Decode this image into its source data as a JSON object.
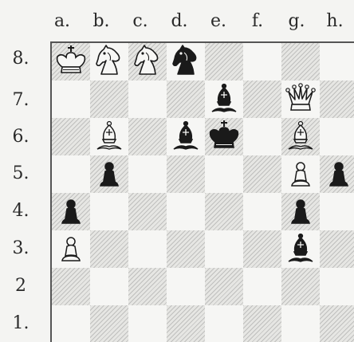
{
  "files": [
    "a.",
    "b.",
    "c.",
    "d.",
    "e.",
    "f.",
    "g.",
    "h."
  ],
  "ranks": [
    "8.",
    "7.",
    "6.",
    "5.",
    "4.",
    "3.",
    "2",
    "1."
  ],
  "pieces": [
    {
      "square": "a8",
      "type": "king",
      "color": "white"
    },
    {
      "square": "b8",
      "type": "knight",
      "color": "white"
    },
    {
      "square": "c8",
      "type": "knight",
      "color": "white"
    },
    {
      "square": "d8",
      "type": "knight",
      "color": "black"
    },
    {
      "square": "e7",
      "type": "bishop",
      "color": "black"
    },
    {
      "square": "g7",
      "type": "queen",
      "color": "white"
    },
    {
      "square": "b6",
      "type": "bishop",
      "color": "white"
    },
    {
      "square": "d6",
      "type": "bishop",
      "color": "black"
    },
    {
      "square": "e6",
      "type": "king",
      "color": "black"
    },
    {
      "square": "g6",
      "type": "bishop",
      "color": "white"
    },
    {
      "square": "b5",
      "type": "pawn",
      "color": "black"
    },
    {
      "square": "g5",
      "type": "pawn",
      "color": "white"
    },
    {
      "square": "h5",
      "type": "pawn",
      "color": "black"
    },
    {
      "square": "a4",
      "type": "pawn",
      "color": "black"
    },
    {
      "square": "g4",
      "type": "pawn",
      "color": "black"
    },
    {
      "square": "a3",
      "type": "pawn",
      "color": "white"
    },
    {
      "square": "g3",
      "type": "bishop",
      "color": "black"
    }
  ],
  "colors": {
    "dark_square": "#e6e6e3",
    "light_square": "#f6f6f4",
    "white_piece_fill": "#f7f7f5",
    "black_piece_fill": "#1a1a1a",
    "outline": "#1a1a1a",
    "label": "#2a2a2a"
  }
}
